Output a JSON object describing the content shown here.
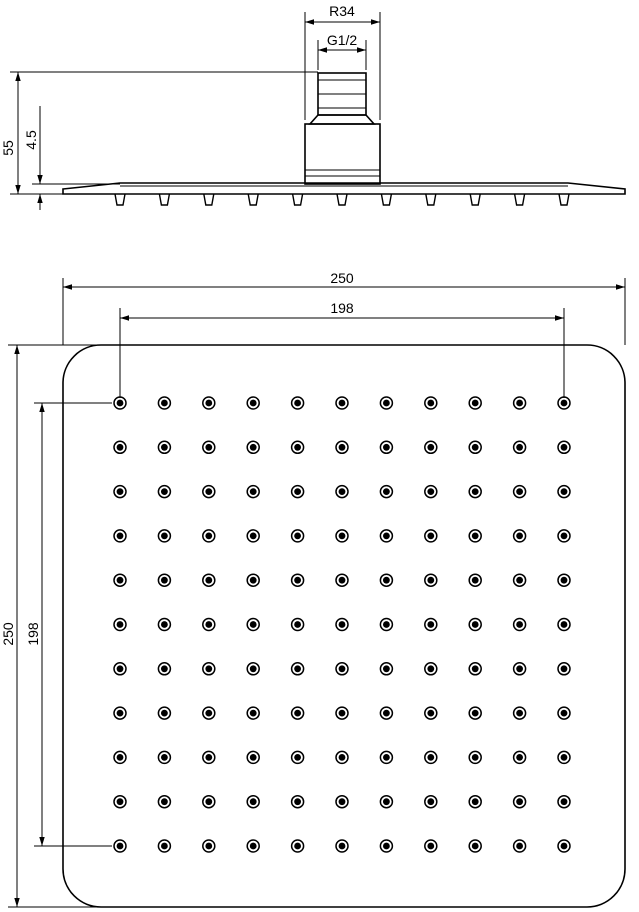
{
  "side_view": {
    "dim_r34": "R34",
    "dim_g12": "G1/2",
    "dim_height": "55",
    "dim_plate": "4.5"
  },
  "top_view": {
    "dim_width": "250",
    "dim_width_inner": "198",
    "dim_height": "250",
    "dim_height_inner": "198",
    "nozzle_rows": 11,
    "nozzle_cols": 11
  },
  "colors": {
    "line": "#000000",
    "background": "#ffffff"
  }
}
